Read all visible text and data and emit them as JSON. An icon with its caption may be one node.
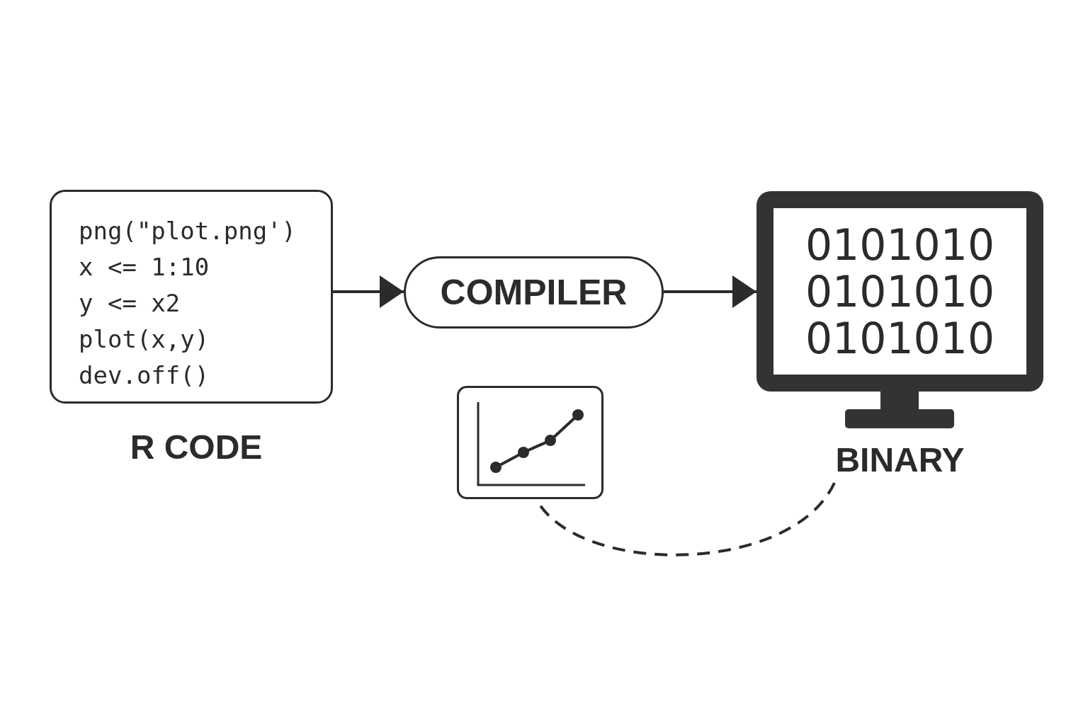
{
  "diagram": {
    "nodes": [
      {
        "text": [
          "png(\"plot.png')",
          "x <= 1:10",
          "y <= x2",
          "plot(x,y)",
          "dev.off()"
        ],
        "beside": [
          "R CODE"
        ]
      },
      {
        "text": [
          "COMPILER"
        ]
      },
      {
        "text": [
          "0101010",
          "0101010",
          "0101010"
        ],
        "beside": [
          "BINARY"
        ]
      },
      {
        "text": [],
        "shape": "picture"
      }
    ],
    "edges": [
      {
        "from": 0,
        "to": 1,
        "arrow": "to"
      },
      {
        "from": 1,
        "to": 2,
        "arrow": "to"
      },
      {
        "from": 2,
        "to": 3,
        "arrow": "none",
        "style": "dashed"
      }
    ]
  }
}
